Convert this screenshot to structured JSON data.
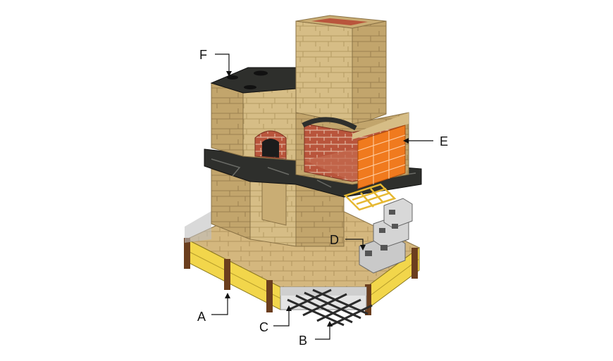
{
  "callouts": [
    {
      "id": "F",
      "label": "F"
    },
    {
      "id": "E",
      "label": "E"
    },
    {
      "id": "D",
      "label": "D"
    },
    {
      "id": "A",
      "label": "A"
    },
    {
      "id": "C",
      "label": "C"
    },
    {
      "id": "B",
      "label": "B"
    }
  ],
  "colors": {
    "stone_light": "#d9c08a",
    "stone_mid": "#c4a86f",
    "stone_dark": "#a88b55",
    "granite": "#2e2f2c",
    "brick_red": "#b5523a",
    "brick_orange": "#f07a1e",
    "formwork_yellow": "#f2d64b",
    "post_brown": "#6b3e1e",
    "block_gray": "#c9c9c9",
    "rebar": "#2b2b2b"
  }
}
